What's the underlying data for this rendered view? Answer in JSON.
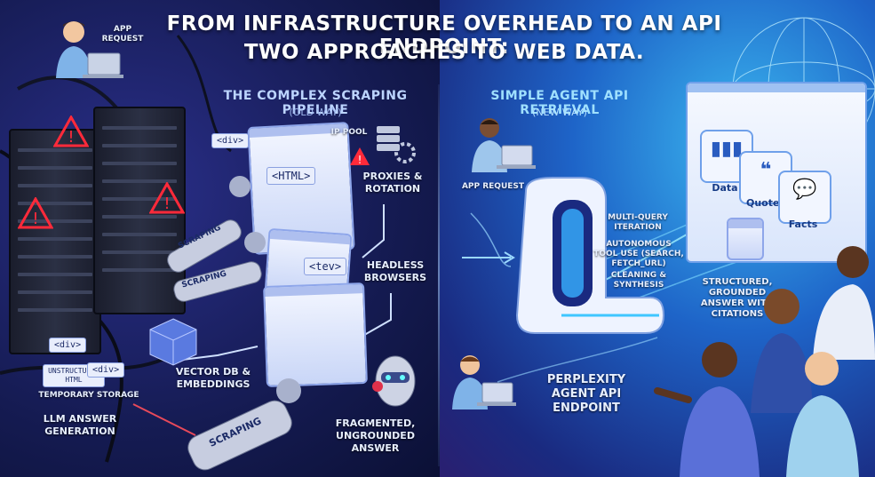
{
  "title": {
    "line1": "FROM INFRASTRUCTURE OVERHEAD TO AN API ENDPOINT:",
    "line2": "TWO APPROACHES TO WEB DATA."
  },
  "left": {
    "heading": "THE COMPLEX SCRAPING PIPELINE",
    "subheading": "(OLD WAY)",
    "app_request": "APP REQUEST",
    "ip_pool": "IP POOL",
    "proxies": "PROXIES & ROTATION",
    "headless": "HEADLESS BROWSERS",
    "vector_db": "VECTOR DB & EMBEDDINGS",
    "temp_storage": "TEMPORARY STORAGE",
    "llm_answer": "LLM ANSWER GENERATION",
    "fragmented": "FRAGMENTED, UNGROUNDED ANSWER",
    "scraping": "SCRAPING",
    "tags": {
      "div1": "<div>",
      "html": "<HTML>",
      "tev": "<tev>",
      "div2": "<div>",
      "div3": "<div>",
      "unstructured": "UNSTRUCTURED HTML"
    }
  },
  "right": {
    "heading": "SIMPLE AGENT API RETRIEVAL",
    "subheading": "(NEW WAY)",
    "app_request": "APP REQUEST",
    "multi_query": "MULTI-QUERY ITERATION",
    "autonomous": "AUTONOMOUS TOOL USE (SEARCH, FETCH_URL)",
    "cleaning": "CLEANING & SYNTHESIS",
    "endpoint": "PERPLEXITY AGENT API ENDPOINT",
    "structured": "STRUCTURED, GROUNDED ANSWER WITH CITATIONS",
    "data_cards": [
      "Data",
      "Quotes",
      "Facts"
    ]
  },
  "colors": {
    "warning": "#ff2a3a",
    "accent_blue": "#4fc3ff",
    "bg_dark": "#0c1540"
  },
  "icons": [
    "warning-icon",
    "person-icon",
    "laptop-icon",
    "robot-arm-icon",
    "server-rack-icon",
    "gear-icon",
    "cube-icon",
    "bar-chart-icon",
    "quote-icon",
    "chat-bubble-icon",
    "document-icon",
    "globe-icon"
  ]
}
